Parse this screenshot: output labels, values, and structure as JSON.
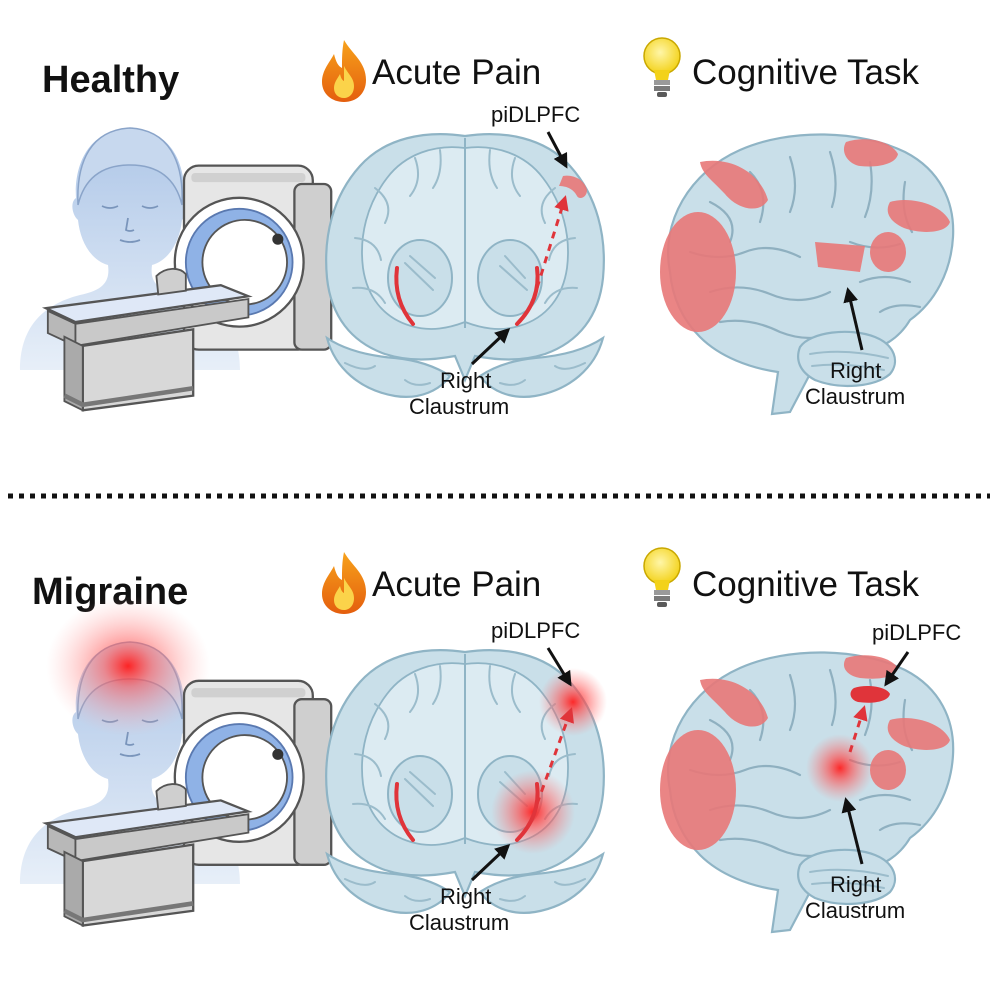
{
  "rows": [
    {
      "id": "healthy",
      "title": "Healthy",
      "acute_pain_heading": "Acute Pain",
      "cognitive_task_heading": "Cognitive Task",
      "coronal_labels": {
        "top": "piDLPFC",
        "bottom_line1": "Right",
        "bottom_line2": "Claustrum"
      },
      "lateral_labels": {
        "top": "",
        "bottom_line1": "Right",
        "bottom_line2": "Claustrum"
      },
      "state": "normal"
    },
    {
      "id": "migraine",
      "title": "Migraine",
      "acute_pain_heading": "Acute Pain",
      "cognitive_task_heading": "Cognitive Task",
      "coronal_labels": {
        "top": "piDLPFC",
        "bottom_line1": "Right",
        "bottom_line2": "Claustrum"
      },
      "lateral_labels": {
        "top": "piDLPFC",
        "bottom_line1": "Right",
        "bottom_line2": "Claustrum"
      },
      "state": "enhanced"
    }
  ],
  "icons": {
    "pain": "flame-icon",
    "cognitive": "lightbulb-icon",
    "person": "person-silhouette",
    "scanner": "mri-scanner"
  },
  "colors": {
    "brain": "#c9dfe9",
    "activation": "#e87878",
    "claustrum": "#e0343a",
    "migraine_glow": "#ff2a2a",
    "person": "#b9cfe9"
  }
}
